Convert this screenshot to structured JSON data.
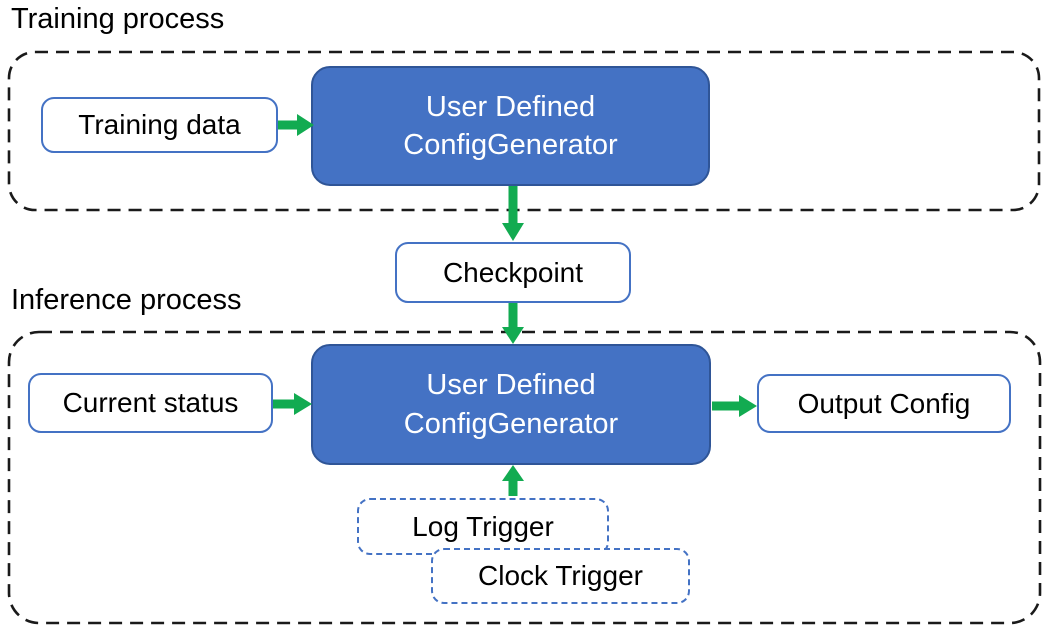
{
  "colors": {
    "node_fill_blue": "#4472C4",
    "node_border_dark_blue": "#2F5597",
    "box_border_blue": "#4472C4",
    "arrow_green": "#12AB51",
    "container_dash": "#1A1A1A",
    "text_dark": "#000000",
    "text_light": "#FFFFFF"
  },
  "training": {
    "label": "Training process",
    "input_box": "Training data",
    "generator_line1": "User Defined",
    "generator_line2": "ConfigGenerator"
  },
  "checkpoint_box": "Checkpoint",
  "inference": {
    "label": "Inference process",
    "input_box": "Current status",
    "generator_line1": "User Defined",
    "generator_line2": "ConfigGenerator",
    "output_box": "Output Config",
    "log_trigger_box": "Log Trigger",
    "clock_trigger_box": "Clock Trigger"
  }
}
